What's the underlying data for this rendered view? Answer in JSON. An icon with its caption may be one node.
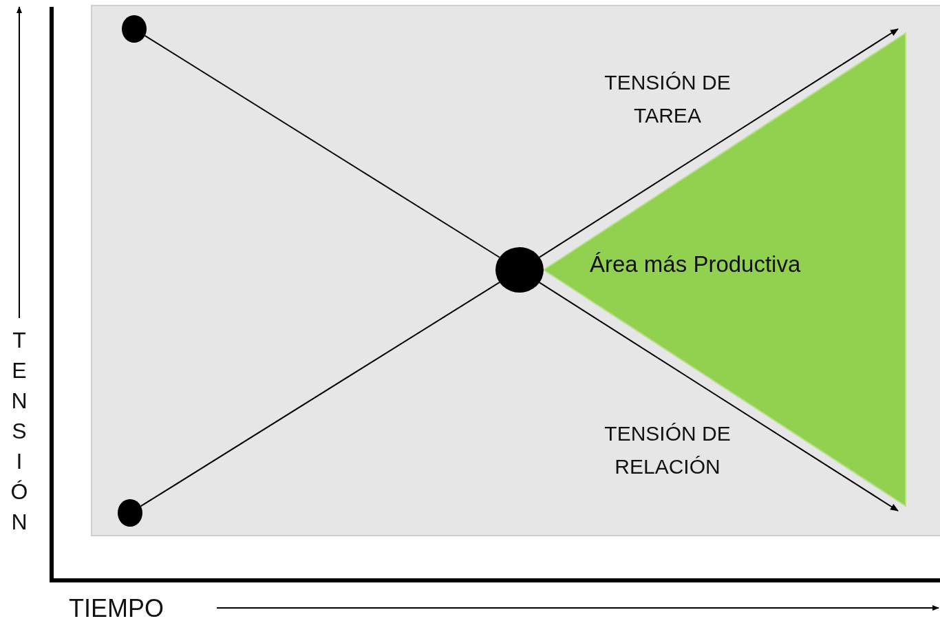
{
  "diagram": {
    "nodes": [
      {
        "text": [],
        "shape": "circle"
      },
      {
        "text": [],
        "shape": "circle"
      },
      {
        "text": [],
        "shape": "circle"
      },
      {
        "text": [
          "Área más Productiva"
        ]
      }
    ],
    "edges": [
      {
        "from": 0,
        "to": 1,
        "arrow": "none"
      },
      {
        "from": 1,
        "to": 3,
        "arrow": "to"
      },
      {
        "from": 2,
        "to": 1,
        "arrow": "none"
      },
      {
        "from": 1,
        "to": 3,
        "arrow": "to"
      }
    ],
    "labels": [
      "TENSIÓN DE TAREA",
      "TENSIÓN DE RELACIÓN",
      "TENSIÓN",
      "TIEMPO"
    ]
  }
}
